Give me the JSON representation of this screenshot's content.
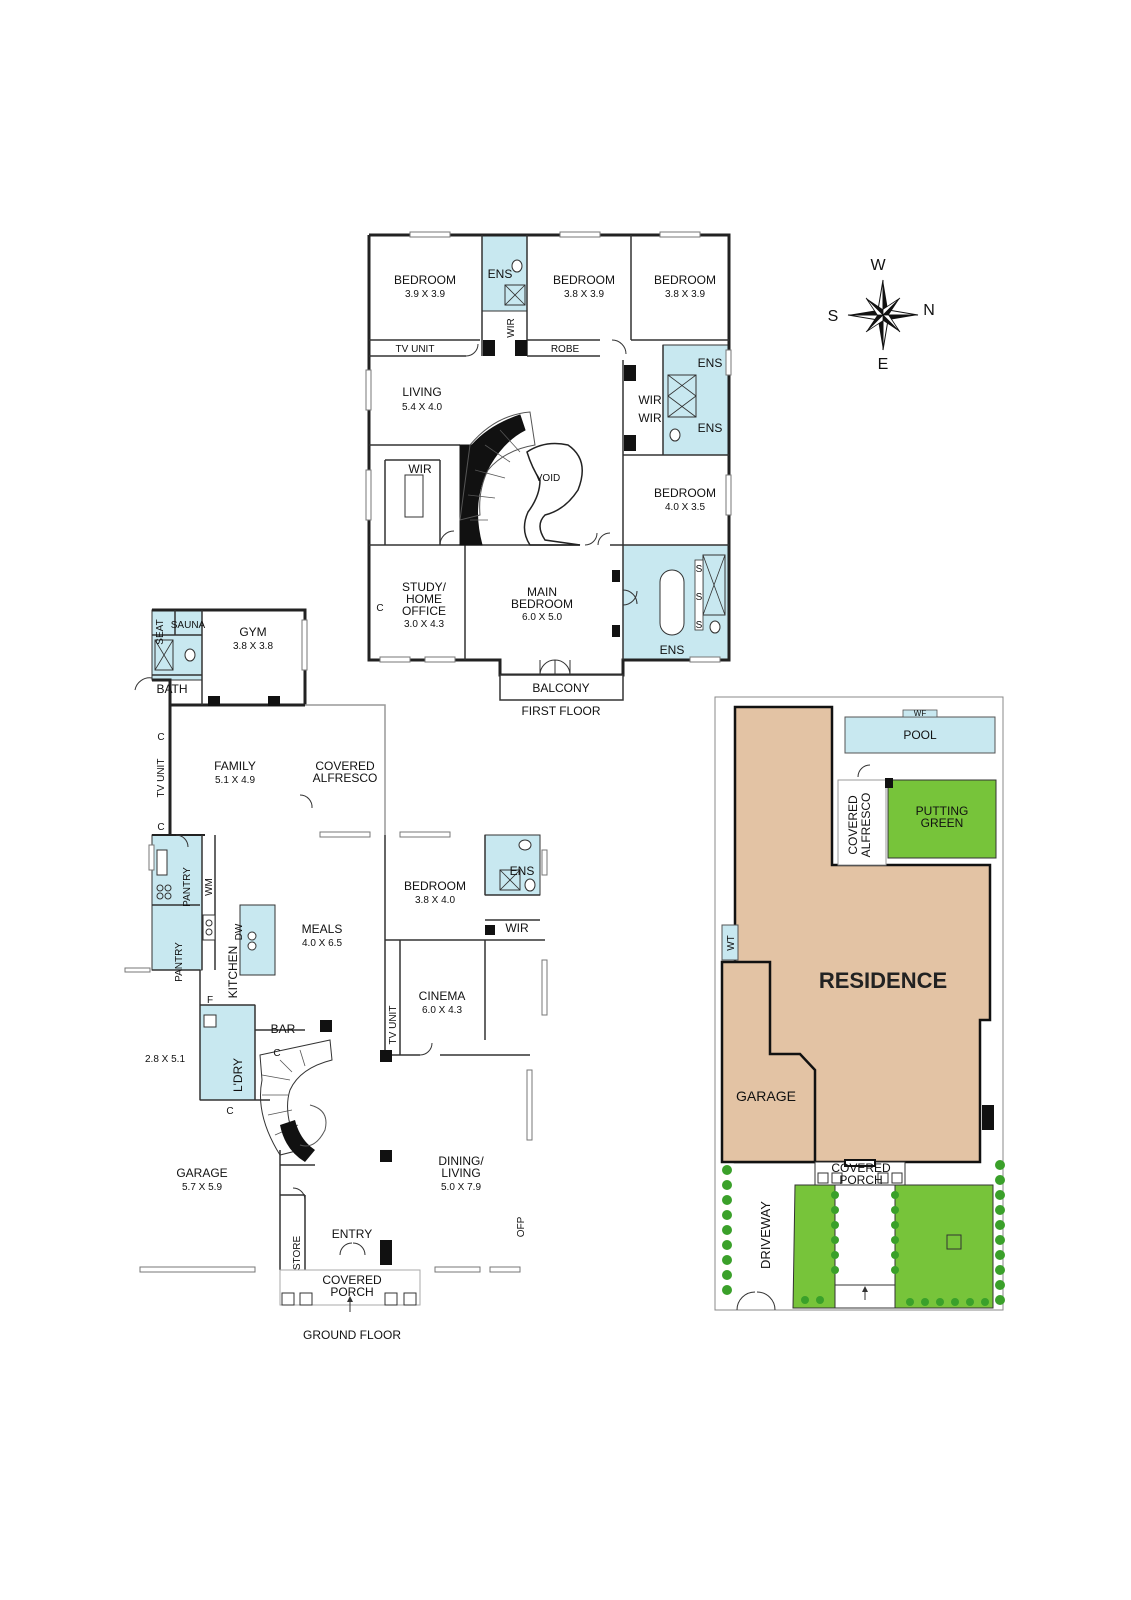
{
  "first_floor": {
    "caption": "FIRST FLOOR",
    "bed1": {
      "name": "BEDROOM",
      "dim": "3.9 X 3.9"
    },
    "ens1": "ENS",
    "wir1": "WIR",
    "bed2": {
      "name": "BEDROOM",
      "dim": "3.8 X 3.9"
    },
    "bed3": {
      "name": "BEDROOM",
      "dim": "3.8 X 3.9"
    },
    "tv_unit": "TV UNIT",
    "robe": "ROBE",
    "ens2": "ENS",
    "ens3": "ENS",
    "wir2": "WIR",
    "wir3": "WIR",
    "living": {
      "name": "LIVING",
      "dim": "5.4 X 4.0"
    },
    "void": "VOID",
    "wir4": "WIR",
    "bed4": {
      "name": "BEDROOM",
      "dim": "4.0 X 3.5"
    },
    "study": {
      "line1": "STUDY/",
      "line2": "HOME",
      "line3": "OFFICE",
      "dim": "3.0 X 4.3"
    },
    "study_c": "C",
    "main_bed": {
      "line1": "MAIN",
      "line2": "BEDROOM",
      "dim": "6.0 X 5.0"
    },
    "s1": "S",
    "s2": "S",
    "s3": "S",
    "ens_main": "ENS",
    "balcony": "BALCONY"
  },
  "ground_floor": {
    "caption": "GROUND FLOOR",
    "seat": "SEAT",
    "sauna": "SAUNA",
    "bath": "BATH",
    "gym": {
      "name": "GYM",
      "dim": "3.8 X 3.8"
    },
    "c1": "C",
    "tv_unit": "TV UNIT",
    "c2": "C",
    "family": {
      "name": "FAMILY",
      "dim": "5.1 X 4.9"
    },
    "covered_alfresco": {
      "line1": "COVERED",
      "line2": "ALFRESCO"
    },
    "pantry1": "PANTRY",
    "wm": "WM",
    "dw": "DW",
    "pantry2": "PANTRY",
    "kitchen": "KITCHEN",
    "meals": {
      "name": "MEALS",
      "dim": "4.0 X 6.5"
    },
    "bedroom": {
      "name": "BEDROOM",
      "dim": "3.8 X 4.0"
    },
    "ens": "ENS",
    "wir": "WIR",
    "f": "F",
    "bar": "BAR",
    "tv_unit2": "TV UNIT",
    "cinema": {
      "name": "CINEMA",
      "dim": "6.0 X 4.3"
    },
    "c3": "C",
    "laundry": "L'DRY",
    "c4": "C",
    "garage_small": "2.8 X 5.1",
    "garage": {
      "name": "GARAGE",
      "dim": "5.7 X 5.9"
    },
    "dining": {
      "line1": "DINING/",
      "line2": "LIVING",
      "dim": "5.0 X 7.9"
    },
    "ofp": "OFP",
    "store": "STORE",
    "entry": "ENTRY",
    "covered_porch": {
      "line1": "COVERED",
      "line2": "PORCH"
    }
  },
  "site": {
    "wf": "WF",
    "pool": "POOL",
    "covered_alfresco": {
      "line1": "COVERED",
      "line2": "ALFRESCO"
    },
    "putting_green": {
      "line1": "PUTTING",
      "line2": "GREEN"
    },
    "wt": "WT",
    "residence": "RESIDENCE",
    "garage": "GARAGE",
    "covered_porch": {
      "line1": "COVERED",
      "line2": "PORCH"
    },
    "driveway": "DRIVEWAY"
  },
  "compass": {
    "w": "W",
    "s": "S",
    "n": "N",
    "e": "E"
  },
  "colors": {
    "wet_area": "#c8e8f0",
    "residence": "#e3c3a4",
    "lawn": "#77c43a",
    "hedge": "#3aa02a"
  }
}
